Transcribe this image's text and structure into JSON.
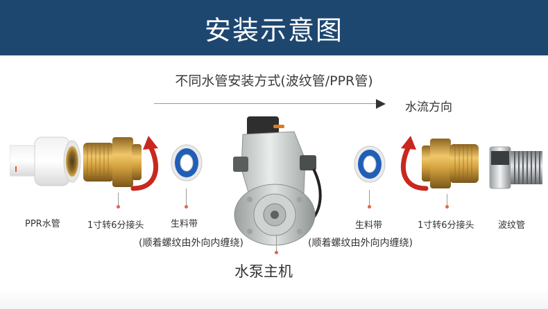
{
  "banner": {
    "title": "安装示意图"
  },
  "subtitle": "不同水管安装方式(波纹管/PPR管)",
  "flow": {
    "label": "水流方向"
  },
  "left": {
    "ppr_label": "PPR水管",
    "adapter_label": "1寸转6分接头",
    "tape_label": "生料带",
    "tape_note": "(顺着螺纹由外向内缠绕)"
  },
  "right": {
    "tape_label": "生料带",
    "adapter_label": "1寸转6分接头",
    "hose_label": "波纹管",
    "tape_note": "(顺着螺纹由外向内缠绕)"
  },
  "pump": {
    "label": "水泵主机"
  },
  "colors": {
    "banner": "#1e4770",
    "arrow_red": "#c8281e",
    "tape_blue": "#1f5fb8",
    "brass": "#c9962e"
  }
}
